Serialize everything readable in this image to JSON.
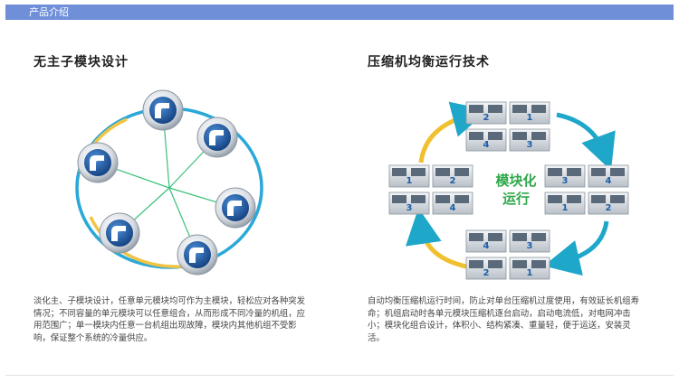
{
  "header": {
    "title": "产品介绍"
  },
  "left": {
    "title": "无主子模块设计",
    "desc_lines": [
      "淡化主、子模块设计，任意单元模块均可作为主模块，轻松应对各种突发",
      "情况；不同容量的单元模块可以任意组合，从而形成不同冷量的机组，应",
      "用范围广；单一模块内任意一台机组出现故障，模块内其他机组不受影",
      "响，保证整个系统的冷量供应。"
    ]
  },
  "right": {
    "title": "压缩机均衡运行技术",
    "center_line1": "模块化",
    "center_line2": "运行",
    "unit_numbers": [
      "1",
      "2",
      "3",
      "4"
    ],
    "desc_lines": [
      "自动均衡压缩机运行时间，防止对单台压缩机过度使用，有效延长机组寿",
      "命；机组启动时各单元模块压缩机逐台启动，启动电流低，对电网冲击",
      "小；模块化组合设计，体积小、结构紧凑、重量轻，便于运送，安装灵",
      "活。"
    ]
  },
  "colors": {
    "header_bg": "#6f8fd8",
    "ring_blue": "#2aa8d8",
    "ring_yellow": "#f2c444",
    "spoke_green": "#38c07a",
    "arrow_teal": "#1ea7c9",
    "center_text": "#2ea84a",
    "node_blue": "#1e5ea8"
  }
}
